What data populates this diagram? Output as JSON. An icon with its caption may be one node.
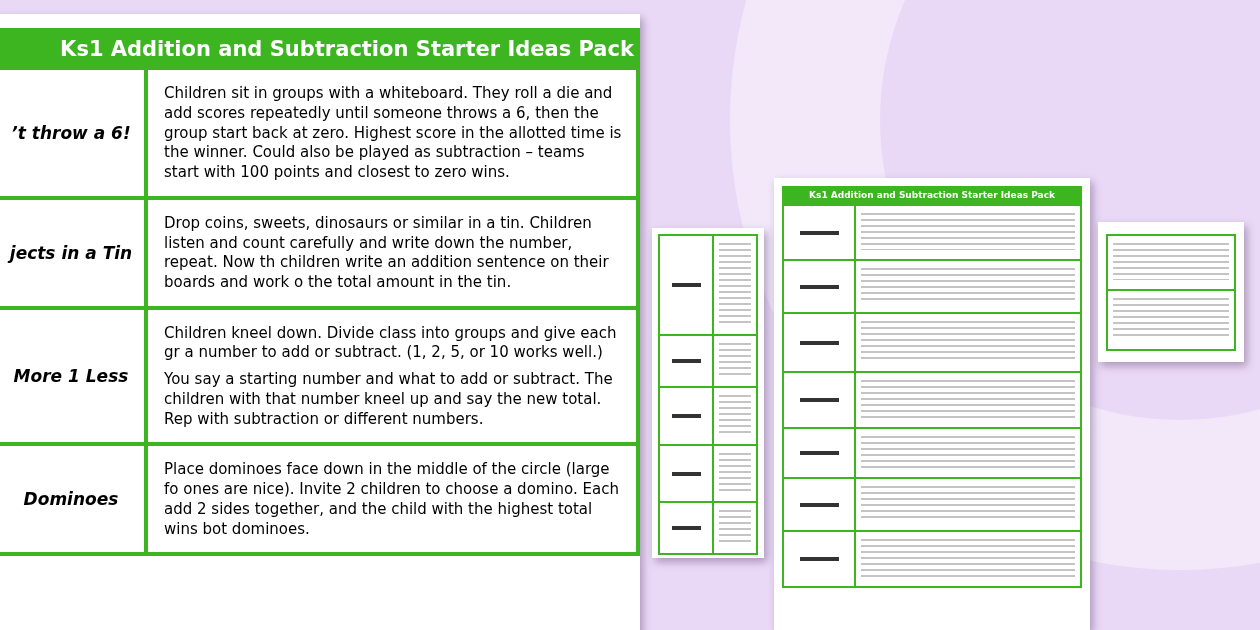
{
  "diagram": {
    "nodes": [
      {
        "text": [
          "Ks1 Addition and Subtraction Starter Ideas Pack"
        ]
      },
      {
        "text": [
          "’t throw a 6!",
          "Children sit in groups with a whiteboard. They roll a die and add scores repeatedly until someone throws a 6, then the group start back at zero. Highest score in the allotted time is the winner. Could also be played as subtraction – teams start with 100 points and closest to zero wins."
        ],
        "in": 0
      },
      {
        "text": [
          "jects in a Tin",
          "Drop coins, sweets, dinosaurs or similar in a tin. Children listen and count carefully and write down the number, repeat. Now th children write an addition sentence on their boards and work o the total amount in the tin."
        ],
        "in": 0
      },
      {
        "text": [
          "More 1 Less",
          "Children kneel down. Divide class into groups and give each gr a number to add or subtract. (1, 2, 5, or 10 works well.)",
          "You say a starting number and what to add or subtract. The children with that number kneel up and say the new total. Rep with subtraction or different numbers."
        ],
        "in": 0
      },
      {
        "text": [
          "Dominoes",
          "Place dominoes face down in the middle of the circle (large fo ones are nice). Invite 2 children to choose a domino. Each add 2 sides together, and the child with the highest total wins bot dominoes."
        ],
        "in": 0
      },
      {
        "text": [],
        "shape": "picture"
      },
      {
        "text": [
          "Ks1 Addition and Subtraction Starter Ideas Pack"
        ]
      },
      {
        "text": [],
        "shape": "picture"
      }
    ]
  }
}
